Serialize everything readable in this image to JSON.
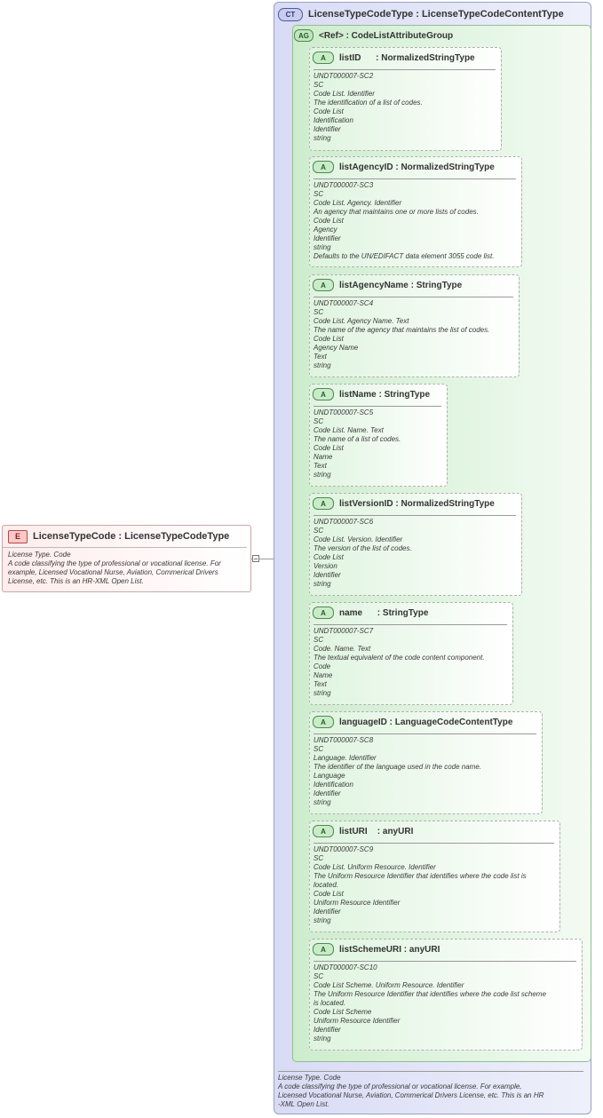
{
  "element": {
    "badge": "E",
    "title": "LicenseTypeCode : LicenseTypeCodeType",
    "doc": [
      "License Type. Code",
      "A code classifying the type of professional or vocational license. For",
      "example, Licensed Vocational Nurse, Aviation, Commerical Drivers",
      "License, etc. This is an HR-XML Open List."
    ]
  },
  "complex_type": {
    "badge": "CT",
    "title": "LicenseTypeCodeType : LicenseTypeCodeContentType",
    "doc": [
      "License Type. Code",
      "A code classifying the type of professional or vocational license. For example,",
      "Licensed Vocational Nurse, Aviation, Commerical Drivers License, etc. This is an HR",
      "-XML Open List."
    ]
  },
  "attribute_group": {
    "badge": "AG",
    "title": "<Ref>      : CodeListAttributeGroup"
  },
  "attributes": [
    {
      "badge": "A",
      "title": "listID      : NormalizedStringType",
      "doc": [
        "UNDT000007-SC2",
        "SC",
        "Code List. Identifier",
        "The identification of a list of codes.",
        "Code List",
        "Identification",
        "Identifier",
        "string"
      ]
    },
    {
      "badge": "A",
      "title": "listAgencyID : NormalizedStringType",
      "doc": [
        "UNDT000007-SC3",
        "SC",
        "Code List. Agency. Identifier",
        "An agency that maintains one or more lists of codes.",
        "Code List",
        "Agency",
        "Identifier",
        "string",
        "Defaults to the UN/EDIFACT data element 3055 code list."
      ]
    },
    {
      "badge": "A",
      "title": "listAgencyName : StringType",
      "doc": [
        "UNDT000007-SC4",
        "SC",
        "Code List. Agency Name. Text",
        "The name of the agency that maintains the list of codes.",
        "Code List",
        "Agency Name",
        "Text",
        "string"
      ]
    },
    {
      "badge": "A",
      "title": "listName : StringType",
      "doc": [
        "UNDT000007-SC5",
        "SC",
        "Code List. Name. Text",
        "The name of a list of codes.",
        "Code List",
        "Name",
        "Text",
        "string"
      ]
    },
    {
      "badge": "A",
      "title": "listVersionID : NormalizedStringType",
      "doc": [
        "UNDT000007-SC6",
        "SC",
        "Code List. Version. Identifier",
        "The version of the list of codes.",
        "Code List",
        "Version",
        "Identifier",
        "string"
      ]
    },
    {
      "badge": "A",
      "title": "name      : StringType",
      "doc": [
        "UNDT000007-SC7",
        "SC",
        "Code. Name. Text",
        "The textual equivalent of the code content component.",
        "Code",
        "Name",
        "Text",
        "string"
      ]
    },
    {
      "badge": "A",
      "title": "languageID : LanguageCodeContentType",
      "doc": [
        "UNDT000007-SC8",
        "SC",
        "Language. Identifier",
        "The identifier of the language used in the code name.",
        "Language",
        "Identification",
        "Identifier",
        "string"
      ]
    },
    {
      "badge": "A",
      "title": "listURI    : anyURI",
      "doc": [
        "UNDT000007-SC9",
        "SC",
        "Code List. Uniform Resource. Identifier",
        "The Uniform Resource Identifier that identifies where the code list is",
        "located.",
        "Code List",
        "Uniform Resource Identifier",
        "Identifier",
        "string"
      ]
    },
    {
      "badge": "A",
      "title": "listSchemeURI : anyURI",
      "doc": [
        "UNDT000007-SC10",
        "SC",
        "Code List Scheme. Uniform Resource. Identifier",
        "The Uniform Resource Identifier that identifies where the code list scheme",
        "is located.",
        "Code List Scheme",
        "Uniform Resource Identifier",
        "Identifier",
        "string"
      ]
    }
  ]
}
